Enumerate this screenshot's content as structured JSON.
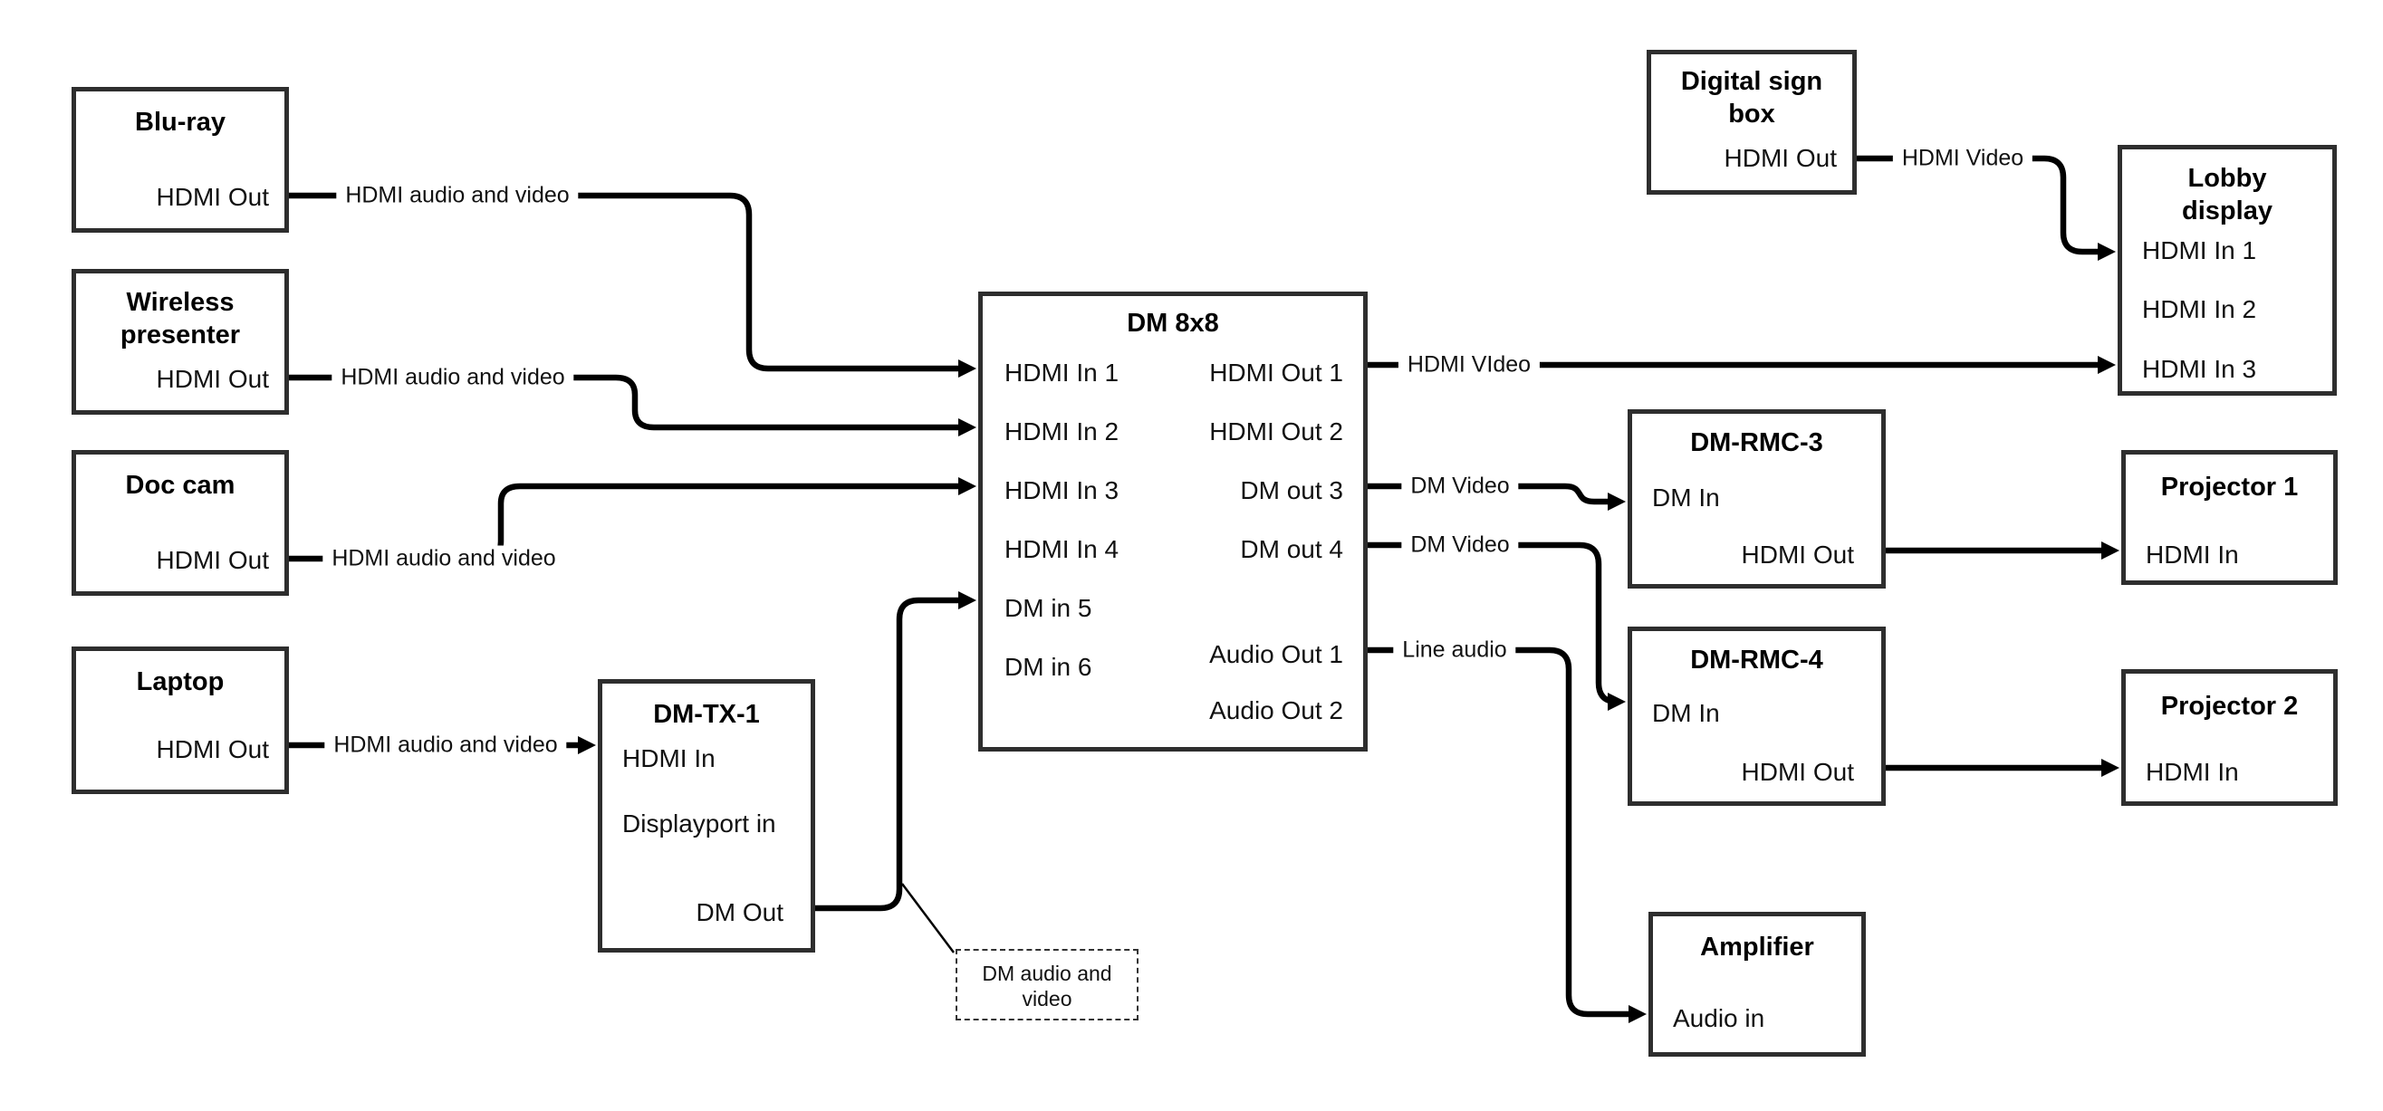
{
  "colors": {
    "wire": "#000000",
    "box_border": "#2e2e2e",
    "background": "#ffffff",
    "text": "#000000"
  },
  "nodes": {
    "bluray": {
      "title": "Blu-ray",
      "ports": [
        "HDMI Out"
      ]
    },
    "wireless": {
      "title": "Wireless presenter",
      "ports": [
        "HDMI Out"
      ]
    },
    "doccam": {
      "title": "Doc cam",
      "ports": [
        "HDMI Out"
      ]
    },
    "laptop": {
      "title": "Laptop",
      "ports": [
        "HDMI Out"
      ]
    },
    "dmtx1": {
      "title": "DM-TX-1",
      "ports": [
        "HDMI In",
        "Displayport in",
        "DM Out"
      ]
    },
    "dm8x8": {
      "title": "DM 8x8",
      "ports_left": [
        "HDMI In 1",
        "HDMI In 2",
        "HDMI In 3",
        "HDMI In 4",
        "DM in 5",
        "DM in 6"
      ],
      "ports_right": [
        "HDMI Out 1",
        "HDMI Out 2",
        "DM out 3",
        "DM out 4",
        "Audio Out 1",
        "Audio Out 2"
      ]
    },
    "signbox": {
      "title": "Digital sign box",
      "ports": [
        "HDMI Out"
      ]
    },
    "lobby": {
      "title": "Lobby display",
      "ports": [
        "HDMI In 1",
        "HDMI In 2",
        "HDMI In 3"
      ]
    },
    "rmc3": {
      "title": "DM-RMC-3",
      "ports": [
        "DM In",
        "HDMI Out"
      ]
    },
    "proj1": {
      "title": "Projector 1",
      "ports": [
        "HDMI In"
      ]
    },
    "rmc4": {
      "title": "DM-RMC-4",
      "ports": [
        "DM In",
        "HDMI Out"
      ]
    },
    "proj2": {
      "title": "Projector 2",
      "ports": [
        "HDMI In"
      ]
    },
    "amp": {
      "title": "Amplifier",
      "ports": [
        "Audio in"
      ]
    }
  },
  "edge_labels": {
    "bluray_dm8x8": "HDMI audio and video",
    "wireless_dm8x8": "HDMI audio and video",
    "doccam_dm8x8": "HDMI audio and video",
    "laptop_dmtx1": "HDMI audio and video",
    "dm8x8_lobby": "HDMI VIdeo",
    "dmout3_rmc3": "DM Video",
    "dmout4_rmc4": "DM Video",
    "audioout1_amp": "Line audio",
    "signbox_lobby": "HDMI Video"
  },
  "note": {
    "text": "DM audio and video"
  }
}
